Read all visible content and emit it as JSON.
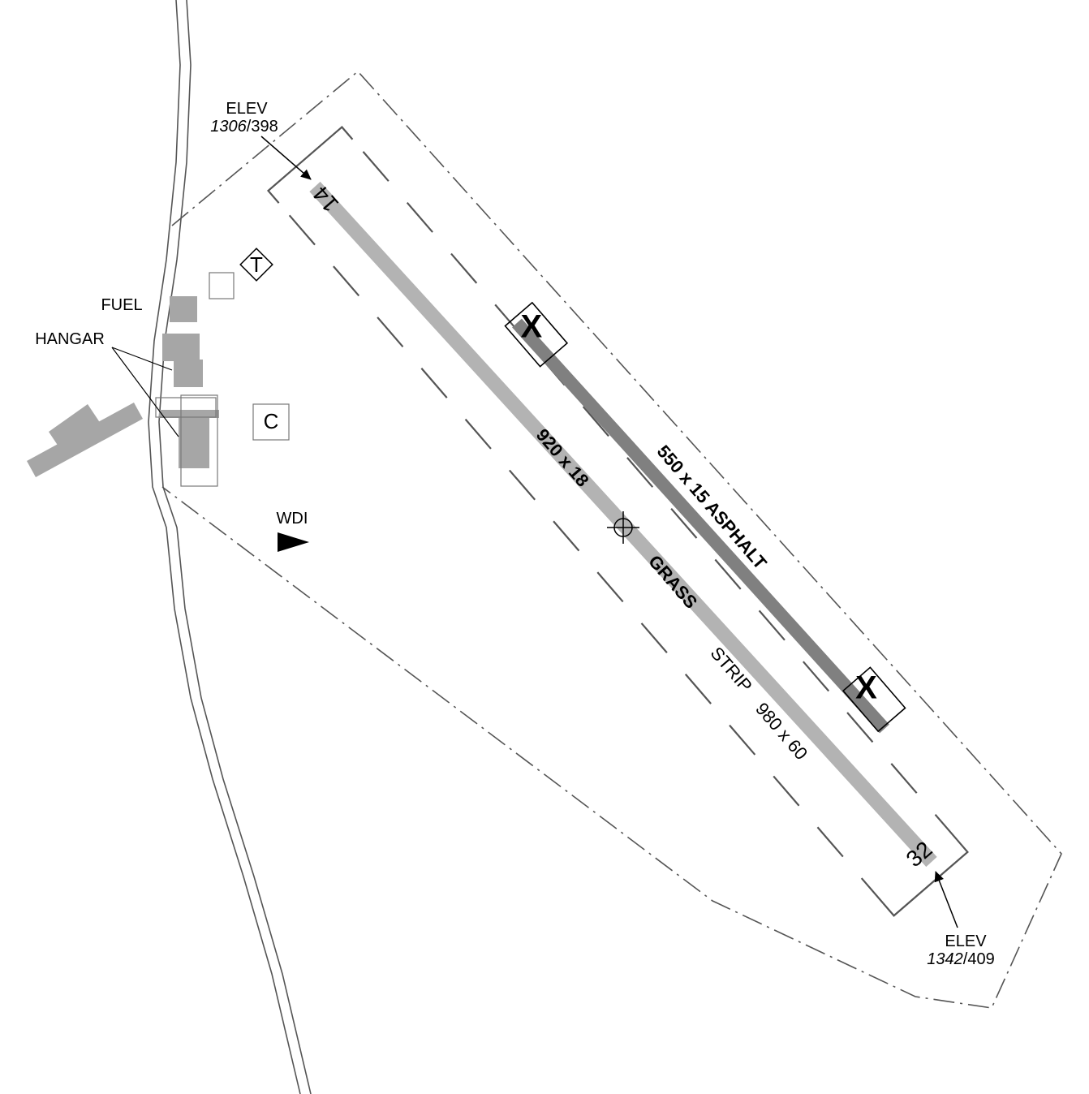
{
  "elevation_labels": [
    {
      "label": "ELEV",
      "value_ft": "1306",
      "sep": "/",
      "value_m": "398"
    },
    {
      "label": "ELEV",
      "value_ft": "1342",
      "sep": "/",
      "value_m": "409"
    }
  ],
  "runway_numbers": {
    "north": "14",
    "south": "32"
  },
  "grass_runway": {
    "dims": "920 x 18",
    "surface": "GRASS"
  },
  "asphalt_runway": {
    "label": "550 x 15 ASPHALT",
    "closed_mark": "X"
  },
  "strip": {
    "label": "STRIP",
    "dims": "980 x 60"
  },
  "facility_labels": {
    "fuel": "FUEL",
    "hangar": "HANGAR",
    "wdi": "WDI",
    "t_box": "T",
    "c_box": "C"
  },
  "colors": {
    "grass": "#b3b3b3",
    "asphalt": "#808080",
    "building": "#a6a6a6",
    "line": "#555555"
  }
}
